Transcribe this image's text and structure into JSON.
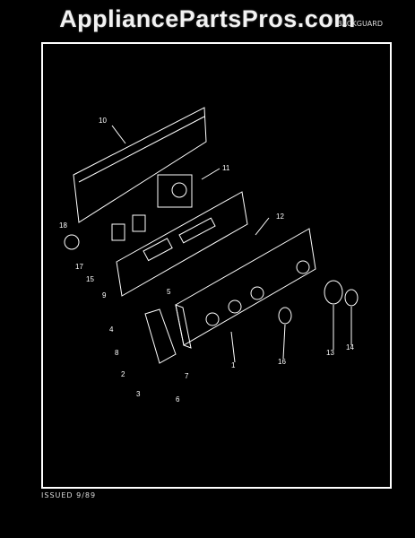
{
  "watermark": "AppliancePartsPros.com",
  "header_right": "BACKGUARD",
  "footer": "ISSUED 9/89",
  "parts": [
    "1",
    "2",
    "3",
    "4",
    "5",
    "6",
    "7",
    "8",
    "9",
    "10",
    "11",
    "12",
    "13",
    "14",
    "15",
    "16",
    "17",
    "18"
  ]
}
